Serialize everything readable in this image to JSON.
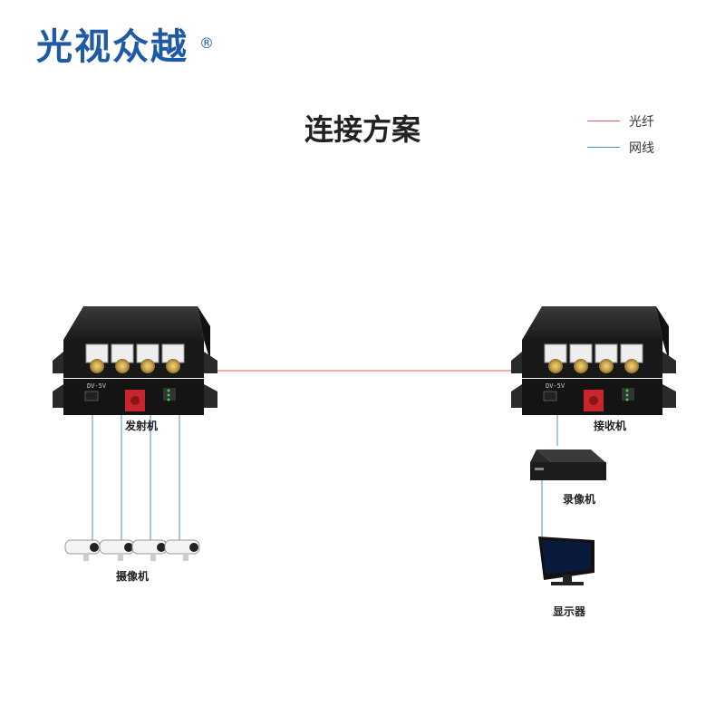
{
  "brand": {
    "name": "光视众越",
    "registered_mark": "®"
  },
  "title": "连接方案",
  "legend": {
    "items": [
      {
        "label": "光纤",
        "color": "#e05a5a"
      },
      {
        "label": "网线",
        "color": "#4a8fd4"
      }
    ]
  },
  "devices": {
    "transmitter": {
      "label": "发射机",
      "bnc_ports": 4,
      "power_label": "DV-5V"
    },
    "receiver": {
      "label": "接收机",
      "bnc_ports": 4,
      "power_label": "DV-5V"
    },
    "cameras": {
      "label": "摄像机",
      "count": 4
    },
    "nvr": {
      "label": "录像机"
    },
    "monitor": {
      "label": "显示器"
    }
  },
  "colors": {
    "fiber": "#e05a5a",
    "cable": "#4a8fd4",
    "device_body": "#1e1e1e",
    "brand": "#1f5aa6"
  }
}
